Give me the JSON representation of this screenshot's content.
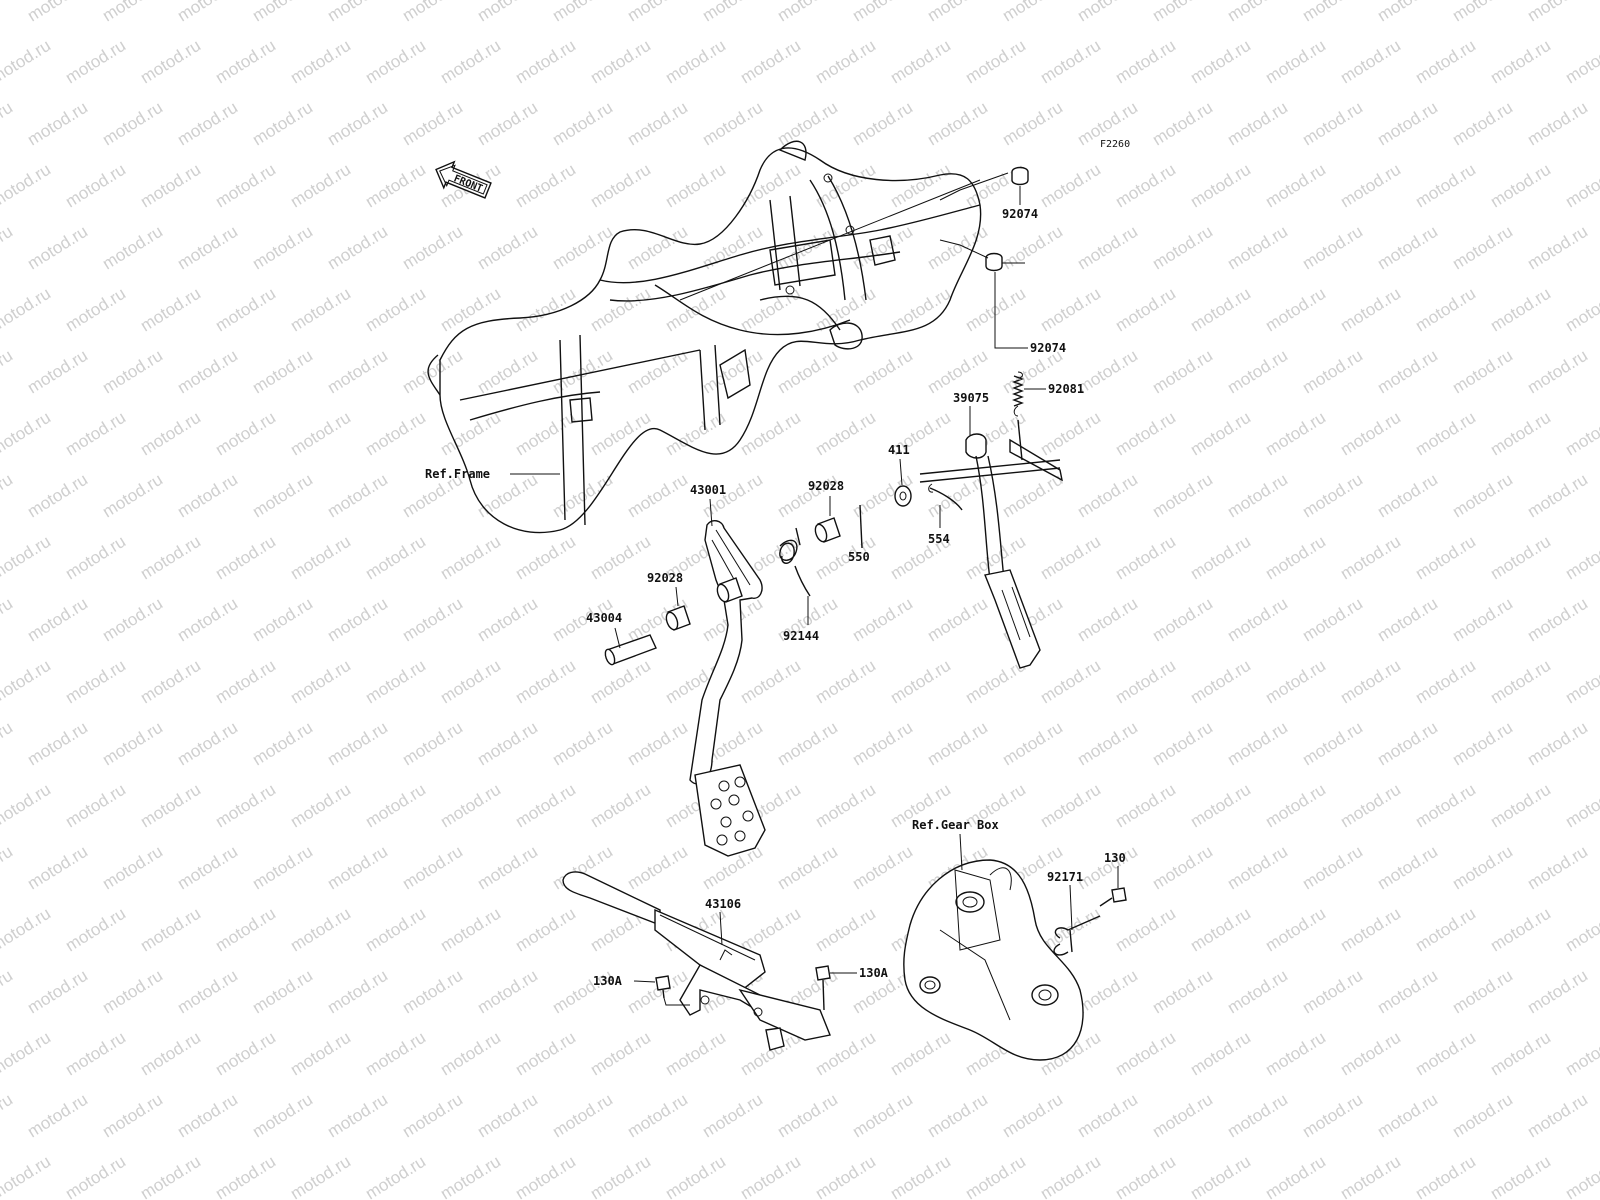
{
  "figure_code": "F2260",
  "front_arrow_label": "FRONT",
  "watermark_text": "motod.ru",
  "references": {
    "frame": "Ref.Frame",
    "gear_box": "Ref.Gear Box"
  },
  "parts": {
    "p92074_top": "92074",
    "p92074_mid": "92074",
    "p92081": "92081",
    "p39075": "39075",
    "p411": "411",
    "p554": "554",
    "p550": "550",
    "p92028_top": "92028",
    "p43001": "43001",
    "p92028_left": "92028",
    "p43004": "43004",
    "p92144": "92144",
    "p43106": "43106",
    "p130A_left": "130A",
    "p130A_right": "130A",
    "p130": "130",
    "p92171": "92171"
  },
  "colors": {
    "line": "#111111",
    "watermark": "#cfcfcf",
    "background": "#ffffff"
  }
}
